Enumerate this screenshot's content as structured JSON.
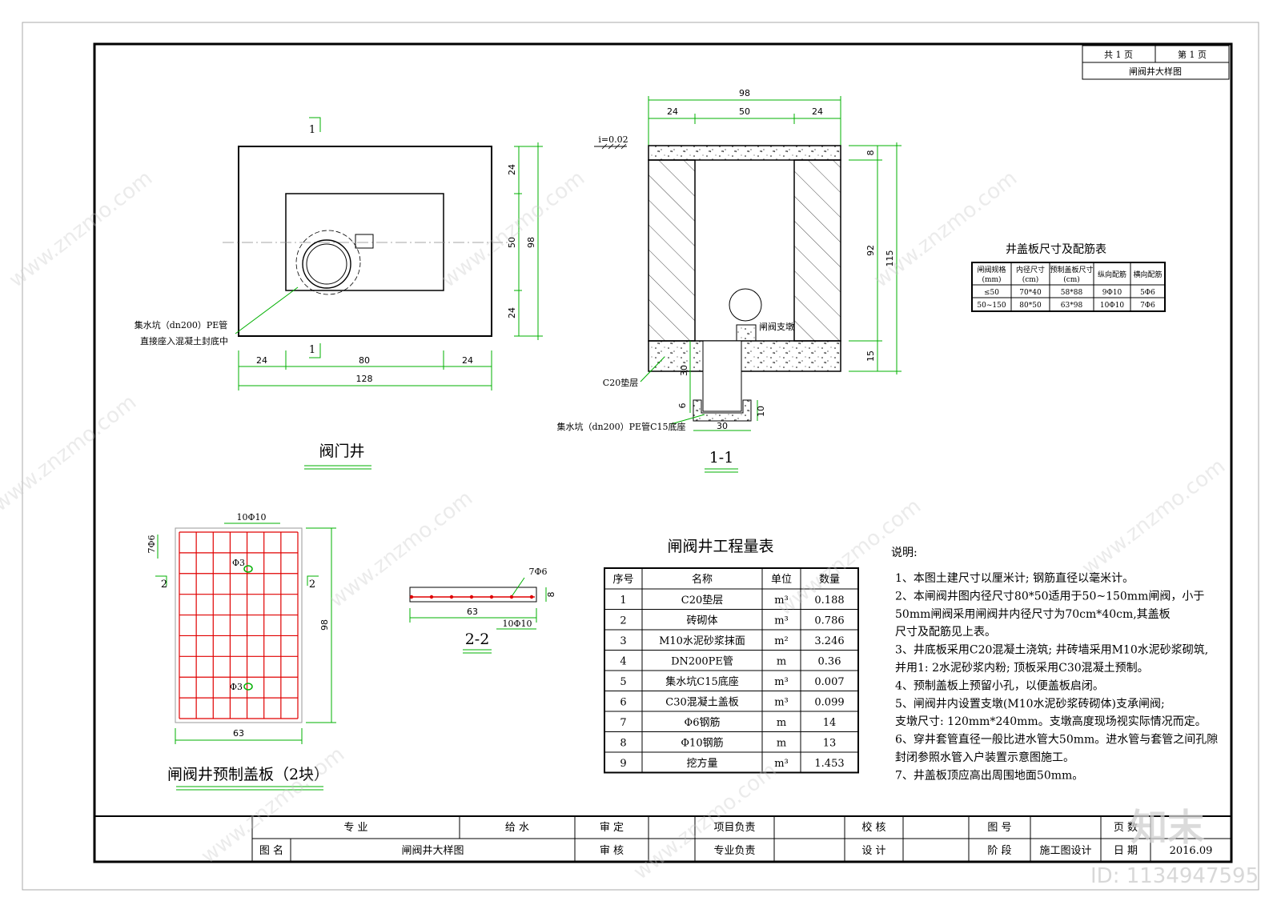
{
  "header": {
    "total_pages": "共 1 页",
    "page_no": "第 1 页",
    "drawing_title": "闸阀井大样图"
  },
  "plan": {
    "title": "阀门井",
    "section_mark": "1",
    "dim_top_right": [
      "24",
      "50",
      "24"
    ],
    "dim_total_right": "98",
    "dim_bottom": [
      "24",
      "80",
      "24"
    ],
    "dim_total_bottom": "128",
    "note_line1": "集水坑（dn200）PE管",
    "note_line2": "直接座入混凝土封底中"
  },
  "section": {
    "title": "1-1",
    "dim_top_total": "98",
    "dim_top": [
      "24",
      "50",
      "24"
    ],
    "slope": "i=0.02",
    "dim_right_top": "8",
    "dim_right_mid": "92",
    "dim_right_total": "115",
    "dim_right_bot": "15",
    "support_label": "闸阀支墩",
    "cushion_label": "C20垫层",
    "sump_dim_30v": "30",
    "sump_dim_6": "6",
    "sump_dim_10": "10",
    "sump_dim_30h": "30",
    "sump_label": "集水坑（dn200）PE管C15底座"
  },
  "cover_table": {
    "title": "井盖板尺寸及配筋表",
    "headers": [
      [
        "闸阀规格",
        "(mm)"
      ],
      [
        "内径尺寸",
        "(cm)"
      ],
      [
        "预制盖板尺寸",
        "(cm)"
      ],
      [
        "纵向配筋"
      ],
      [
        "横向配筋"
      ]
    ],
    "rows": [
      [
        "≤50",
        "70*40",
        "58*88",
        "9Φ10",
        "5Φ6"
      ],
      [
        "50~150",
        "80*50",
        "63*98",
        "10Φ10",
        "7Φ6"
      ]
    ]
  },
  "slab": {
    "title": "闸阀井预制盖板（2块）",
    "top_label": "10Φ10",
    "left_label": "7Φ6",
    "hole1": "Φ3",
    "hole2": "Φ3",
    "section_mark": "2",
    "dim_right": "98",
    "dim_bottom": "63"
  },
  "slab_section": {
    "title": "2-2",
    "label_top": "7Φ6",
    "dim_h": "8",
    "dim_w": "63",
    "label_bottom": "10Φ10"
  },
  "quantity_table": {
    "title": "闸阀井工程量表",
    "headers": [
      "序号",
      "名称",
      "单位",
      "数量"
    ],
    "rows": [
      [
        "1",
        "C20垫层",
        "m³",
        "0.188"
      ],
      [
        "2",
        "砖砌体",
        "m³",
        "0.786"
      ],
      [
        "3",
        "M10水泥砂浆抹面",
        "m²",
        "3.246"
      ],
      [
        "4",
        "DN200PE管",
        "m",
        "0.36"
      ],
      [
        "5",
        "集水坑C15底座",
        "m³",
        "0.007"
      ],
      [
        "6",
        "C30混凝土盖板",
        "m³",
        "0.099"
      ],
      [
        "7",
        "Φ6钢筋",
        "m",
        "14"
      ],
      [
        "8",
        "Φ10钢筋",
        "m",
        "13"
      ],
      [
        "9",
        "挖方量",
        "m³",
        "1.453"
      ]
    ]
  },
  "notes": {
    "title": "说明:",
    "lines": [
      "1、本图土建尺寸以厘米计; 钢筋直径以毫米计。",
      "2、本闸阀井图内径尺寸80*50适用于50~150mm闸阀，小于",
      "    50mm闸阀采用闸阀井内径尺寸为70cm*40cm,其盖板",
      "    尺寸及配筋见上表。",
      "3、井底板采用C20混凝土浇筑; 井砖墙采用M10水泥砂浆砌筑,",
      "    并用1: 2水泥砂浆内粉; 顶板采用C30混凝土预制。",
      "4、预制盖板上预留小孔，以便盖板启闭。",
      "5、闸阀井内设置支墩(M10水泥砂浆砖砌体)支承闸阀;",
      "    支墩尺寸: 120mm*240mm。支墩高度现场视实际情况而定。",
      "6、穿井套管直径一般比进水管大50mm。进水管与套管之间孔隙",
      "    封闭参照水管入户装置示意图施工。",
      "7、井盖板顶应高出周围地面50mm。"
    ]
  },
  "title_block": {
    "row1": [
      "专  业",
      "给  水",
      "审  定",
      "",
      "项目负责",
      "",
      "校  核",
      "",
      "图  号",
      "",
      "页  数",
      ""
    ],
    "row2": [
      "图 名",
      "闸阀井大样图",
      "审  核",
      "",
      "专业负责",
      "",
      "设  计",
      "",
      "阶  段",
      "施工图设计",
      "日  期",
      "2016.09"
    ]
  },
  "watermark": {
    "site": "www.znzmo.com",
    "brand": "知末",
    "id": "ID: 1134947595"
  },
  "colors": {
    "rebar": "#e00000",
    "dimension": "#00b000",
    "line": "#000000"
  }
}
